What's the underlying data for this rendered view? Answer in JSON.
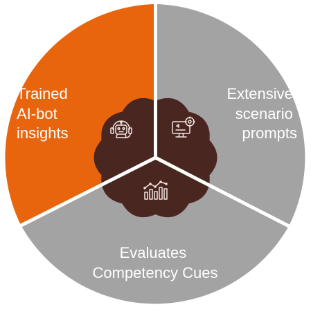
{
  "colors": {
    "orange": "#E8650E",
    "gray": "#A3A3A3",
    "brown": "#4A2620",
    "icon_stroke": "#F2E6E2",
    "separator": "#FFFFFF"
  },
  "segments": [
    {
      "id": "left",
      "label_lines": [
        "Trained",
        "AI-bot",
        "insights"
      ],
      "color_key": "orange",
      "icon": "robot-headset-icon"
    },
    {
      "id": "right",
      "label_lines": [
        "Extensive",
        "scenario",
        "prompts"
      ],
      "color_key": "gray",
      "icon": "monitor-settings-icon"
    },
    {
      "id": "bottom",
      "label_lines": [
        "Evaluates",
        "Competency Cues"
      ],
      "color_key": "gray",
      "icon": "bar-chart-trend-icon"
    }
  ]
}
